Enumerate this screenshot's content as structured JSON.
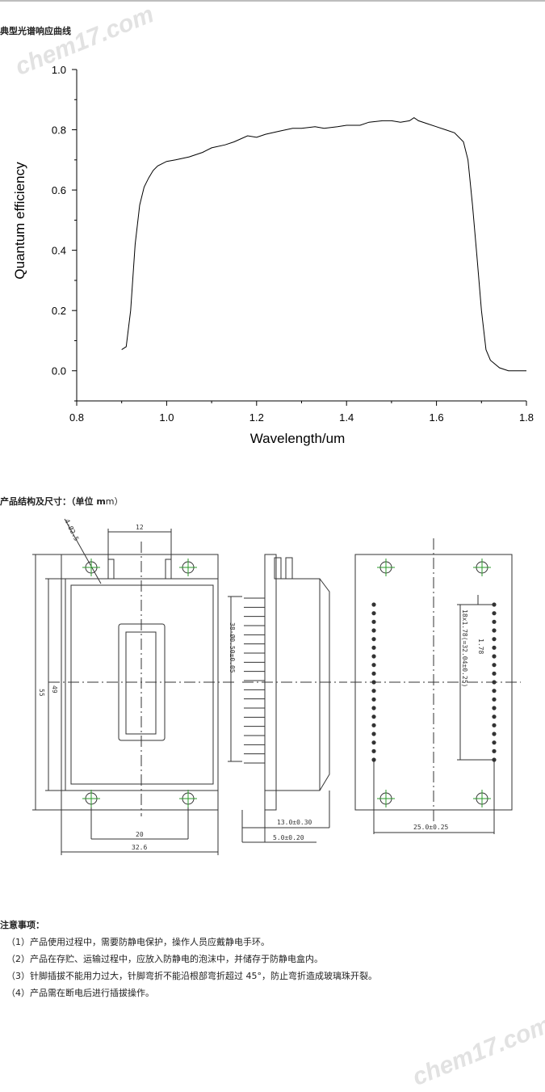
{
  "section1": {
    "title": "典型光谱响应曲线"
  },
  "chart_data": {
    "type": "line",
    "title": "",
    "xlabel": "Wavelength/um",
    "ylabel": "Quantum efficiency",
    "xlim": [
      0.8,
      1.8
    ],
    "ylim": [
      -0.1,
      1.0
    ],
    "xticks": [
      "0.8",
      "1.0",
      "1.2",
      "1.4",
      "1.6",
      "1.8"
    ],
    "yticks": [
      "0.0",
      "0.2",
      "0.4",
      "0.6",
      "0.8",
      "1.0"
    ],
    "grid": false,
    "series": [
      {
        "name": "",
        "x": [
          0.9,
          0.91,
          0.92,
          0.93,
          0.94,
          0.95,
          0.96,
          0.97,
          0.98,
          1.0,
          1.02,
          1.05,
          1.08,
          1.1,
          1.13,
          1.15,
          1.18,
          1.2,
          1.22,
          1.25,
          1.28,
          1.3,
          1.33,
          1.35,
          1.38,
          1.4,
          1.43,
          1.45,
          1.48,
          1.5,
          1.52,
          1.54,
          1.55,
          1.56,
          1.58,
          1.6,
          1.62,
          1.64,
          1.66,
          1.67,
          1.68,
          1.69,
          1.7,
          1.71,
          1.72,
          1.74,
          1.76,
          1.78,
          1.8
        ],
        "y": [
          0.07,
          0.08,
          0.2,
          0.42,
          0.55,
          0.61,
          0.64,
          0.665,
          0.68,
          0.695,
          0.7,
          0.71,
          0.725,
          0.74,
          0.75,
          0.76,
          0.78,
          0.775,
          0.785,
          0.795,
          0.805,
          0.805,
          0.81,
          0.805,
          0.81,
          0.815,
          0.815,
          0.825,
          0.83,
          0.83,
          0.825,
          0.83,
          0.84,
          0.83,
          0.82,
          0.81,
          0.8,
          0.79,
          0.76,
          0.7,
          0.55,
          0.38,
          0.2,
          0.07,
          0.035,
          0.01,
          0.0,
          0.0,
          0.0
        ]
      }
    ]
  },
  "section2": {
    "title_bold": "产品结构及尺寸：",
    "unit_open": "（单位 m",
    "unit_close": "m）"
  },
  "drawing": {
    "hole_label": "4-Ø2.5",
    "dim_12": "12",
    "dim_55": "55",
    "dim_49": "49",
    "dim_20": "20",
    "dim_32_6": "32.6",
    "pins_label": "38-Ø0.50±0.05",
    "dim_13": "13.0±0.30",
    "dim_5": "5.0±0.20",
    "pitch_label": "1.78",
    "pitch_total": "18x1.78(=32.04±0.25)",
    "dim_25": "25.0±0.25"
  },
  "notes": {
    "title": "注意事项：",
    "items": [
      "（1）产品使用过程中，需要防静电保护，操作人员应戴静电手环。",
      "（2）产品在存贮、运输过程中，应放入防静电的泡沫中，并储存于防静电盒内。",
      "（3）针脚插拔不能用力过大，针脚弯折不能沿根部弯折超过 45°，防止弯折造成玻璃珠开裂。",
      "（4）产品需在断电后进行插拔操作。"
    ]
  },
  "watermarks": [
    "chem17.com",
    "chem17.com"
  ]
}
